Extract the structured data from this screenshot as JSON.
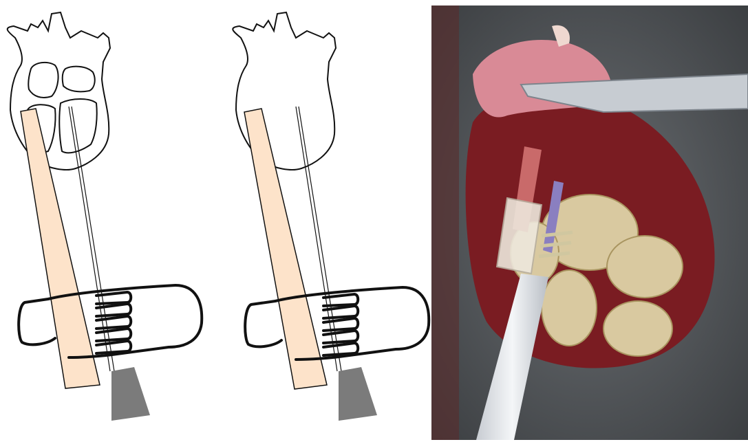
{
  "figure": {
    "panels": [
      {
        "id": "a",
        "kind": "schematic",
        "heart_state": "with-chambers-visible"
      },
      {
        "id": "b",
        "kind": "schematic",
        "heart_state": "outline-only"
      },
      {
        "id": "c",
        "kind": "photograph"
      }
    ],
    "colors": {
      "spatula": "#fde3ca",
      "needle_hub": "#7b7b7b",
      "outline": "#111111",
      "tissue_dark": "#4a4e52",
      "tissue_pink": "#d98a96",
      "intestine": "#d9c9a0",
      "tubing": "#e6e9ee"
    }
  }
}
